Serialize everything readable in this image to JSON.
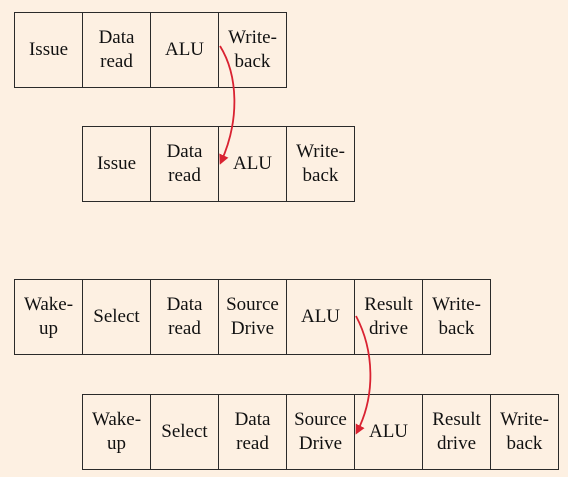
{
  "pipelines": {
    "p1": [
      "Issue",
      "Data\nread",
      "ALU",
      "Write-\nback"
    ],
    "p2": [
      "Issue",
      "Data\nread",
      "ALU",
      "Write-\nback"
    ],
    "p3": [
      "Wake-\nup",
      "Select",
      "Data\nread",
      "Source\nDrive",
      "ALU",
      "Result\ndrive",
      "Write-\nback"
    ],
    "p4": [
      "Wake-\nup",
      "Select",
      "Data\nread",
      "Source\nDrive",
      "ALU",
      "Result\ndrive",
      "Write-\nback"
    ]
  },
  "colors": {
    "background": "#fdf0e2",
    "border": "#2a2a2a",
    "arrow": "#d92231"
  }
}
